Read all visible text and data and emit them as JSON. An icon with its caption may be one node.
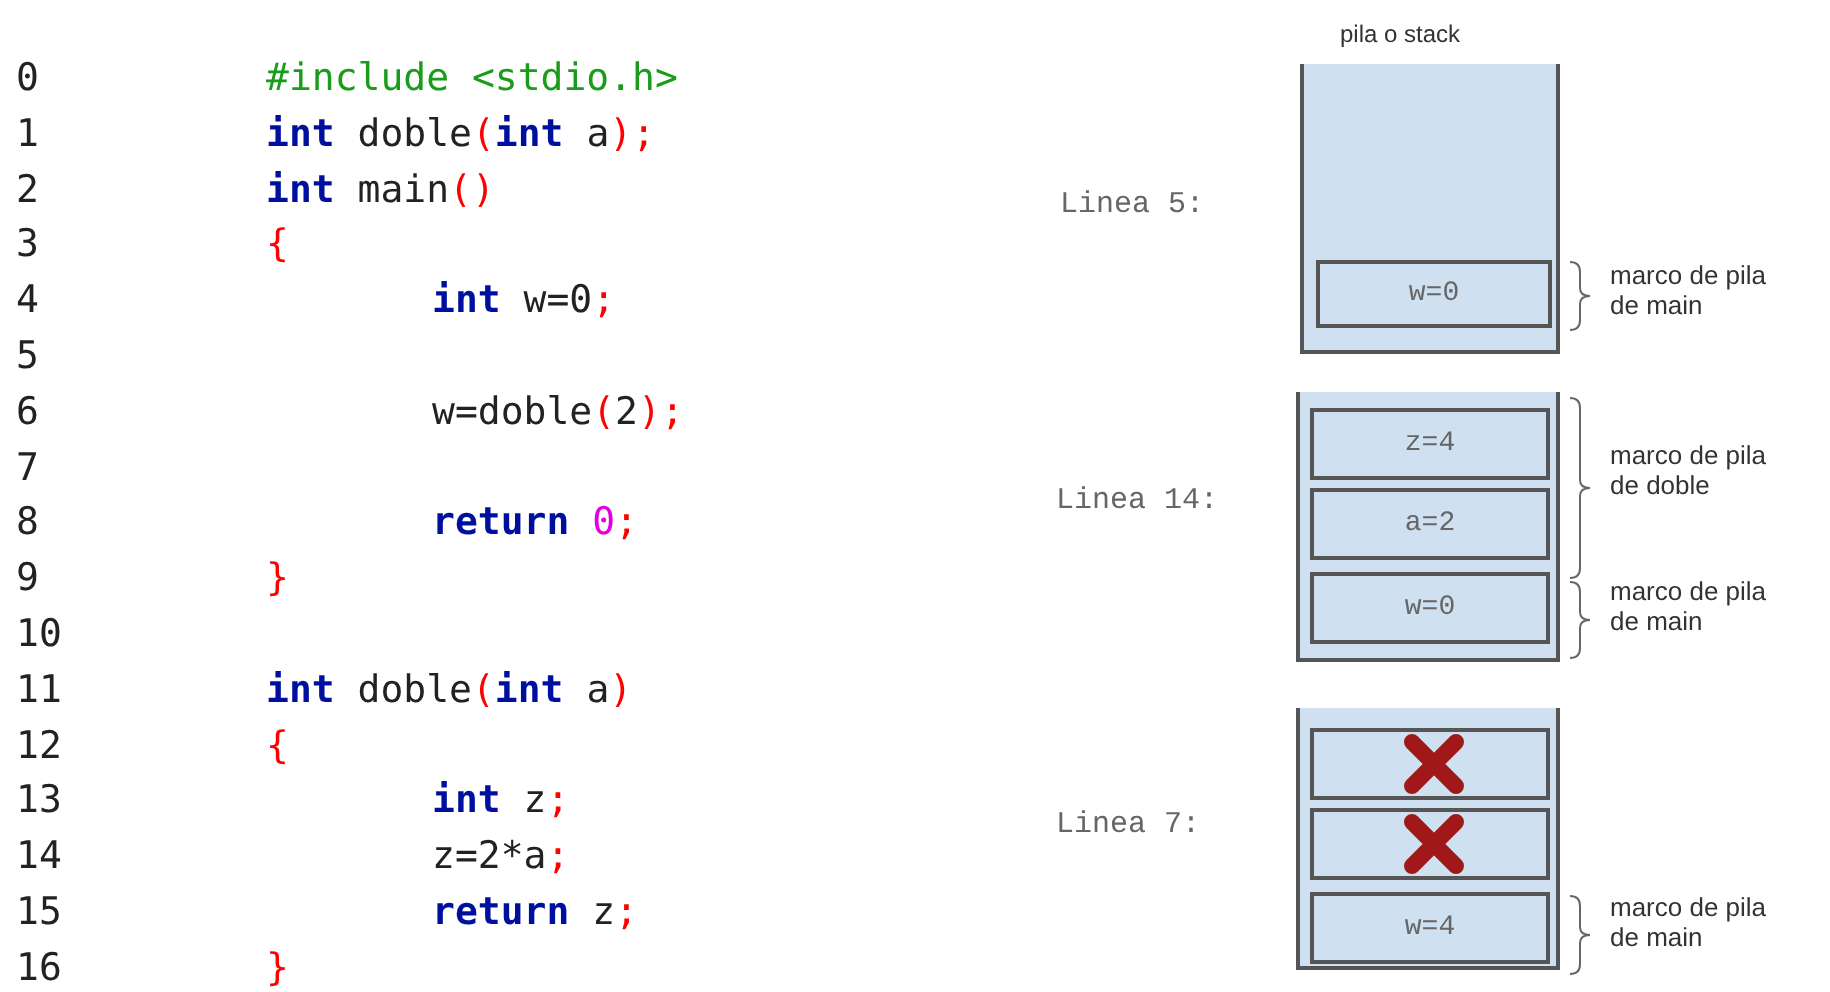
{
  "diagram": {
    "nodes": [
      {
        "text": [
          "pila o stack"
        ],
        "beside": [
          "Linea 5:"
        ]
      },
      {
        "text": [
          "w=0"
        ],
        "in": 0
      },
      {
        "text": [],
        "shape": "box",
        "beside": [
          "Linea 14:"
        ]
      },
      {
        "text": [
          "z=4"
        ],
        "in": 2
      },
      {
        "text": [
          "a=2"
        ],
        "in": 2
      },
      {
        "text": [
          "w=0"
        ],
        "in": 2
      },
      {
        "text": [],
        "shape": "box",
        "beside": [
          "Linea 7:"
        ]
      },
      {
        "text": [],
        "shape": "box",
        "in": 6
      },
      {
        "text": [],
        "shape": "box",
        "in": 6
      },
      {
        "text": [
          "w=4"
        ],
        "in": 6
      }
    ],
    "labels": [
      "0",
      "#include <stdio.h>",
      "1",
      "int doble(int a);",
      "2",
      "int main()",
      "3",
      "{",
      "4",
      "int w=0;",
      "5",
      "6",
      "w=doble(2);",
      "7",
      "8",
      "return 0;",
      "9",
      "}",
      "10",
      "11",
      "int doble(int a)",
      "12",
      "{",
      "13",
      "int z;",
      "14",
      "z=2*a;",
      "15",
      "return z;",
      "16",
      "}",
      "marco de pila de main",
      "marco de pila de doble",
      "marco de pila de main",
      "marco de pila de main"
    ]
  }
}
